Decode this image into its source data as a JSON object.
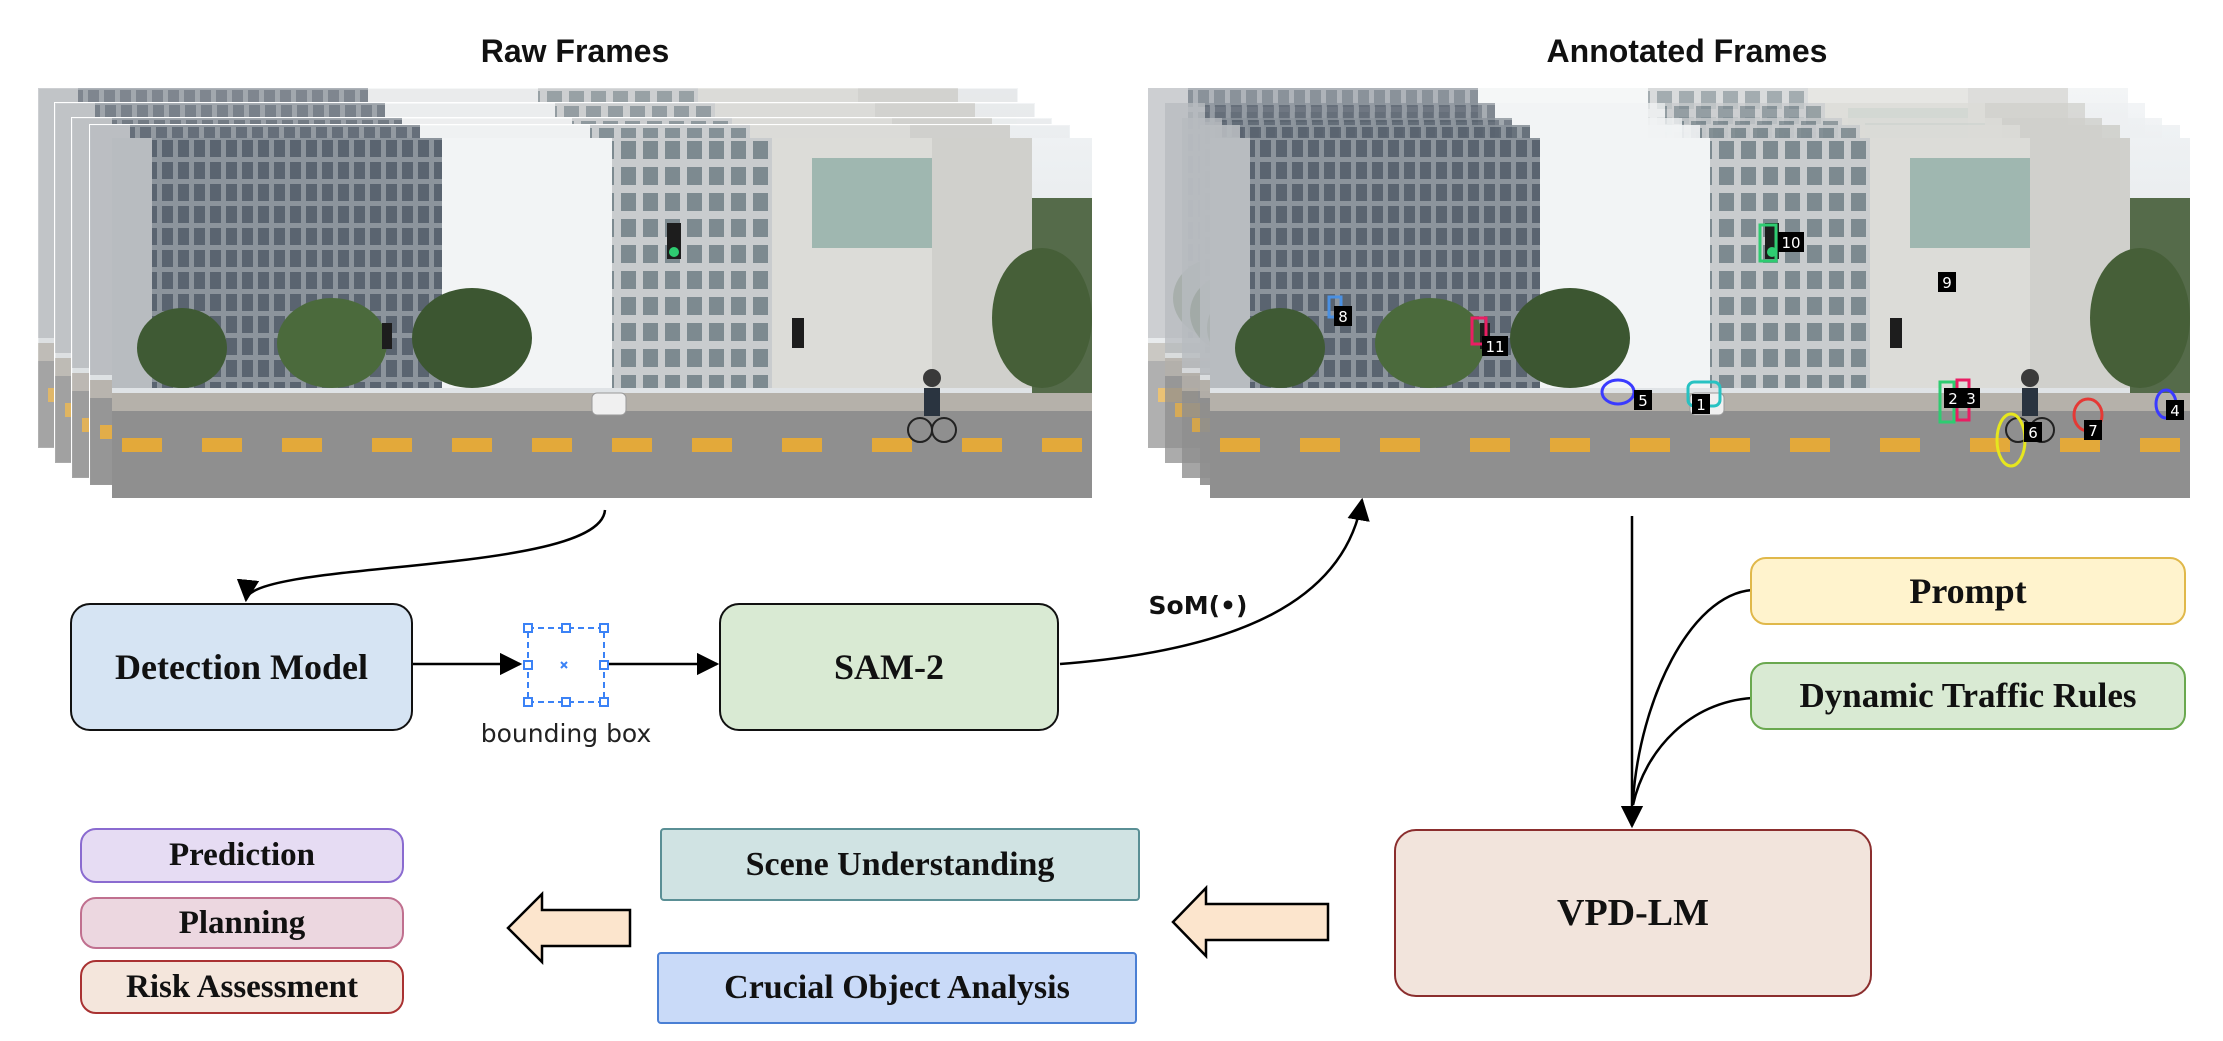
{
  "headers": {
    "raw": "Raw Frames",
    "annotated": "Annotated Frames"
  },
  "pipeline": {
    "detection_model": "Detection Model",
    "bbox_caption": "bounding box",
    "sam2": "SAM-2",
    "som_label": "SoM(•)"
  },
  "inputs": {
    "prompt": "Prompt",
    "traffic_rules": "Dynamic Traffic Rules"
  },
  "model": "VPD-LM",
  "understanding": {
    "scene": "Scene Understanding",
    "crucial": "Crucial Object Analysis"
  },
  "outputs": {
    "prediction": "Prediction",
    "planning": "Planning",
    "risk": "Risk Assessment"
  },
  "annotation_labels": [
    "8",
    "11",
    "10",
    "9",
    "5",
    "1",
    "2",
    "3",
    "4",
    "6",
    "7"
  ],
  "colors": {
    "detection_fill": "#d6e4f3",
    "sam_fill": "#d9ead3",
    "sam_stroke": "#2e5c2e",
    "prompt_fill": "#fff3cd",
    "prompt_stroke": "#e0b84a",
    "rules_fill": "#d9ead3",
    "rules_stroke": "#6aa84f",
    "vpd_fill": "#f2e4dc",
    "vpd_stroke": "#8b2e2e",
    "scene_fill": "#d0e3e3",
    "scene_stroke": "#5a8f95",
    "crucial_fill": "#c9daf8",
    "crucial_stroke": "#4a7fd4",
    "prediction_fill": "#e6dcf3",
    "prediction_stroke": "#8a6bd0",
    "planning_fill": "#ecd7e0",
    "planning_stroke": "#c0708f",
    "risk_fill": "#f4e6dc",
    "risk_stroke": "#a93232",
    "arrow_fill": "#fce5cd"
  }
}
